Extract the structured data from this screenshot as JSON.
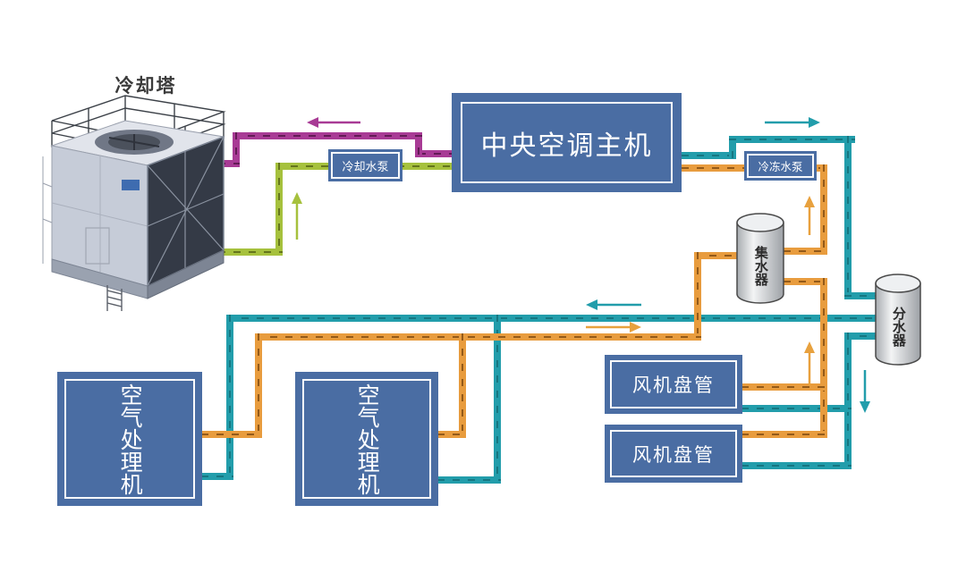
{
  "colors": {
    "box_blue": "#4a6da3",
    "pipe_teal": "#229dab",
    "pipe_orange": "#e89c3e",
    "pipe_green": "#a6c13d",
    "pipe_magenta": "#a83b95",
    "cylinder_gray": "#d9dbdd",
    "label_dark": "#3a3a3a"
  },
  "nodes": {
    "cooling_tower_label": "冷却塔",
    "chiller": "中央空调主机",
    "cooling_pump": "冷却水泵",
    "chilled_pump": "冷冻水泵",
    "collector": "集水器",
    "distributor": "分水器",
    "ahu_1": "空气处理机",
    "ahu_2": "空气处理机",
    "fan_coil_1": "风机盘管",
    "fan_coil_2": "风机盘管"
  },
  "pipes_legend": [
    {
      "name": "cooling-water-return-to-tower",
      "color": "#a83b95"
    },
    {
      "name": "cooling-water-from-tower",
      "color": "#a6c13d"
    },
    {
      "name": "chilled-water-supply",
      "color": "#229dab"
    },
    {
      "name": "chilled-water-return",
      "color": "#e89c3e"
    }
  ]
}
